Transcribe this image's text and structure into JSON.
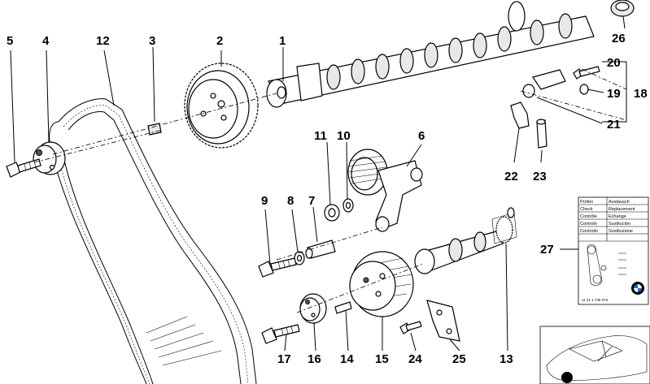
{
  "part_numbers": {
    "p1": "1",
    "p2": "2",
    "p3": "3",
    "p4": "4",
    "p5": "5",
    "p6": "6",
    "p7": "7",
    "p8": "8",
    "p9": "9",
    "p10": "10",
    "p11": "11",
    "p12": "12",
    "p13": "13",
    "p14": "14",
    "p15": "15",
    "p16": "16",
    "p17": "17",
    "p18": "18",
    "p19": "19",
    "p20": "20",
    "p21": "21",
    "p22": "22",
    "p23": "23",
    "p24": "24",
    "p25": "25",
    "p26": "26",
    "p27": "27"
  },
  "info_table": [
    [
      "Prüfen",
      "Austausch"
    ],
    [
      "Check",
      "Replacement"
    ],
    [
      "Contrôle",
      "Echange"
    ],
    [
      "Controlo",
      "Sustitución"
    ],
    [
      "Controllo",
      "Sostituzione"
    ]
  ],
  "info_card": {
    "code": "11 31 1 739 073"
  },
  "colors": {
    "line": "#000000",
    "background": "#ffffff",
    "bmw_blue": "#1c69d4"
  }
}
